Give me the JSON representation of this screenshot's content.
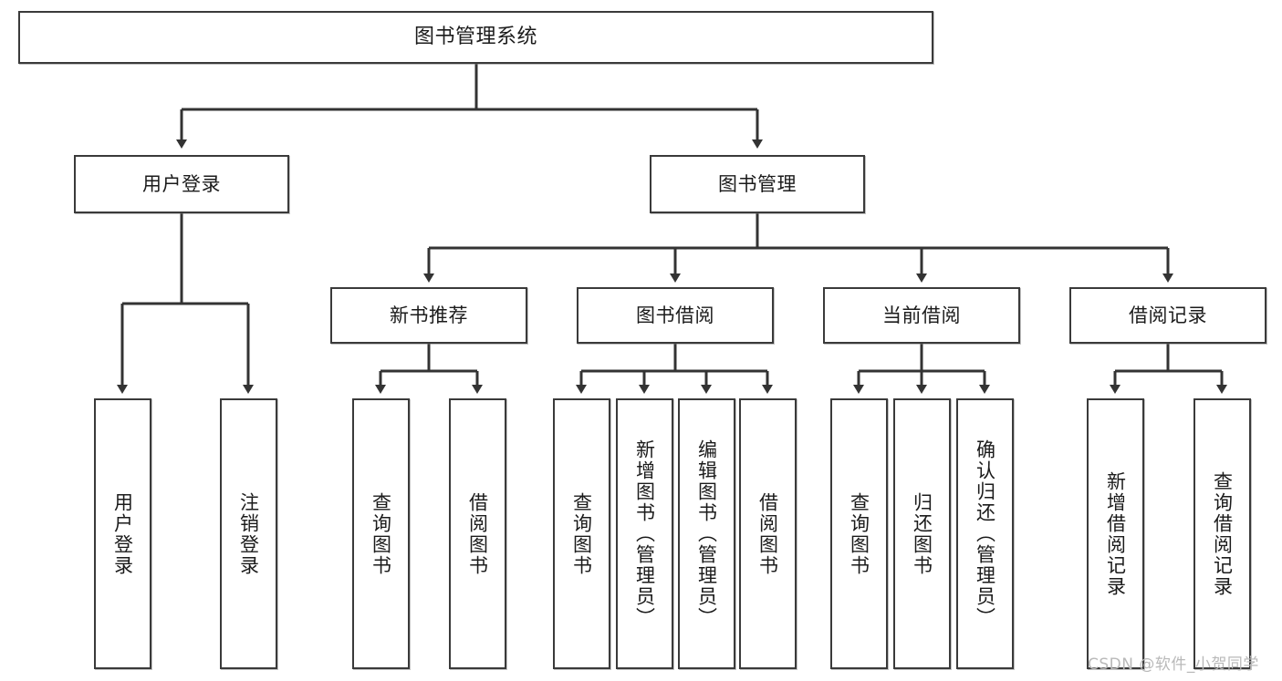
{
  "diagram": {
    "title": "图书管理系统",
    "type": "tree-hierarchy",
    "orientation": "top-down",
    "colors": {
      "box_border": "#3a3a3a",
      "box_fill": "#ffffff",
      "connector": "#333333",
      "text": "#1b1b1b",
      "watermark": "#b9b9b9",
      "background": "#ffffff"
    }
  },
  "nodes": {
    "root": {
      "label": "图书管理系统"
    },
    "level2": [
      {
        "label": "用户登录"
      },
      {
        "label": "图书管理"
      }
    ],
    "level3": [
      {
        "label": "新书推荐"
      },
      {
        "label": "图书借阅"
      },
      {
        "label": "当前借阅"
      },
      {
        "label": "借阅记录"
      }
    ],
    "leaves": {
      "user_login": [
        {
          "label": "用户登录"
        },
        {
          "label": "注销登录"
        }
      ],
      "new_book_recommend": [
        {
          "label": "查询图书"
        },
        {
          "label": "借阅图书"
        }
      ],
      "book_borrow": [
        {
          "label": "查询图书"
        },
        {
          "label": "新增图书（管理员）"
        },
        {
          "label": "编辑图书（管理员）"
        },
        {
          "label": "借阅图书"
        }
      ],
      "current_borrow": [
        {
          "label": "查询图书"
        },
        {
          "label": "归还图书"
        },
        {
          "label": "确认归还（管理员）"
        }
      ],
      "borrow_record": [
        {
          "label": "新增借阅记录"
        },
        {
          "label": "查询借阅记录"
        }
      ]
    }
  },
  "watermark": {
    "text": "CSDN @软件_小贺同学"
  }
}
